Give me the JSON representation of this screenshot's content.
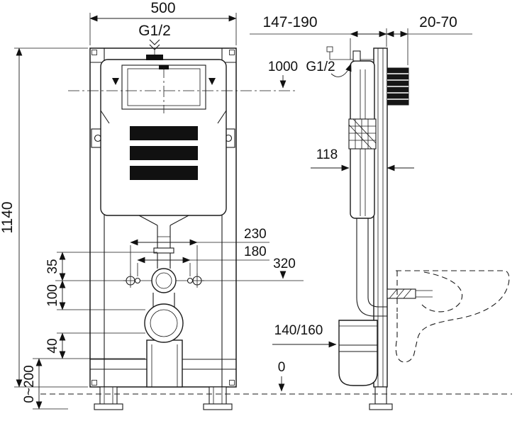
{
  "drawing": {
    "colors": {
      "line": "#111111",
      "background": "#ffffff"
    },
    "front": {
      "width": "500",
      "inlet": "G1/2",
      "height": "1140",
      "d35": "35",
      "d100": "100",
      "d40": "40",
      "feet": "0~200",
      "bolts_outer": "230",
      "bolts_inner": "180"
    },
    "side": {
      "depth": "147-190",
      "bracket": "20-70",
      "inlet_height": "1000",
      "inlet": "G1/2",
      "cistern_depth": "118",
      "bolt_height": "320",
      "outlet": "140/160",
      "floor": "0"
    }
  }
}
